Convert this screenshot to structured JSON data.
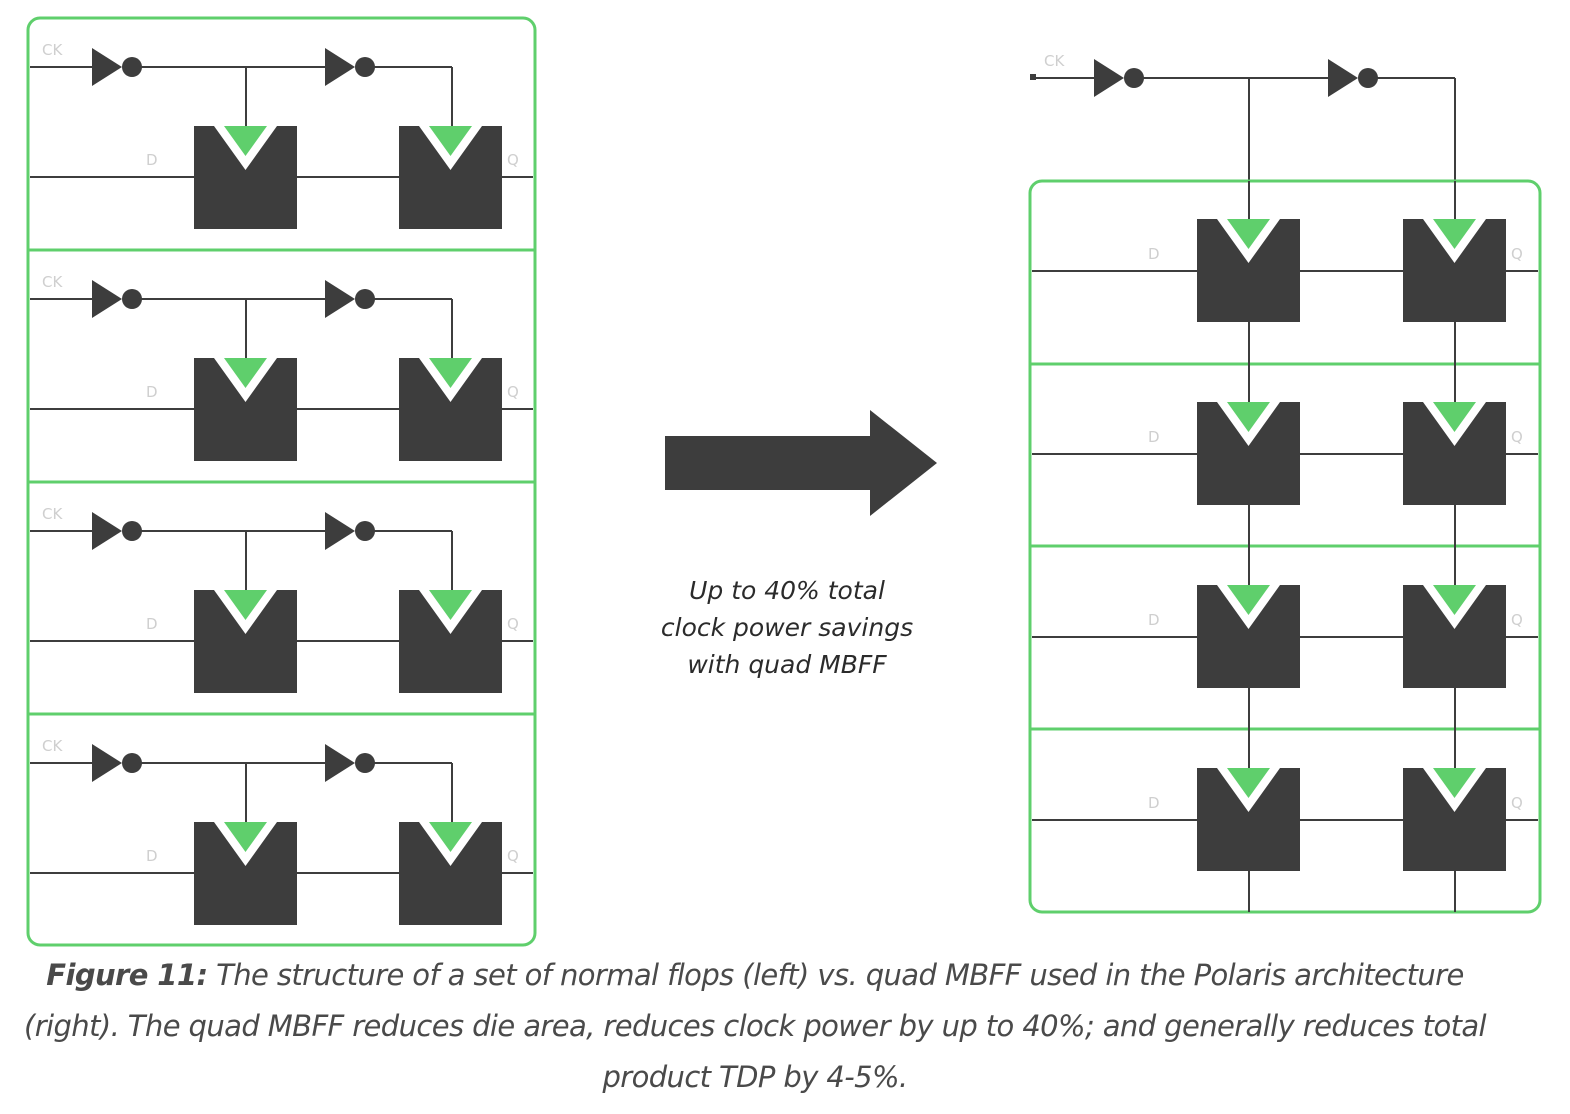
{
  "colors": {
    "accent_green": "#5fcf6c",
    "block_dark": "#3d3d3d",
    "wire": "#3d3d3d",
    "label_gray": "#cfcfcf",
    "caption_text": "#4a4a4a"
  },
  "labels": {
    "clock": "CK",
    "data_in": "D",
    "data_out": "Q"
  },
  "arrow_note": {
    "lines": [
      "Up to 40% total",
      "clock power savings",
      "with quad MBFF"
    ]
  },
  "caption": {
    "figure_label": "Figure 11:",
    "text": " The structure of a set of normal flops (left) vs. quad MBFF used in the Polaris architecture (right). The quad MBFF reduces die area, reduces clock power by up to 40%; and generally reduces total product TDP by 4-5%."
  }
}
